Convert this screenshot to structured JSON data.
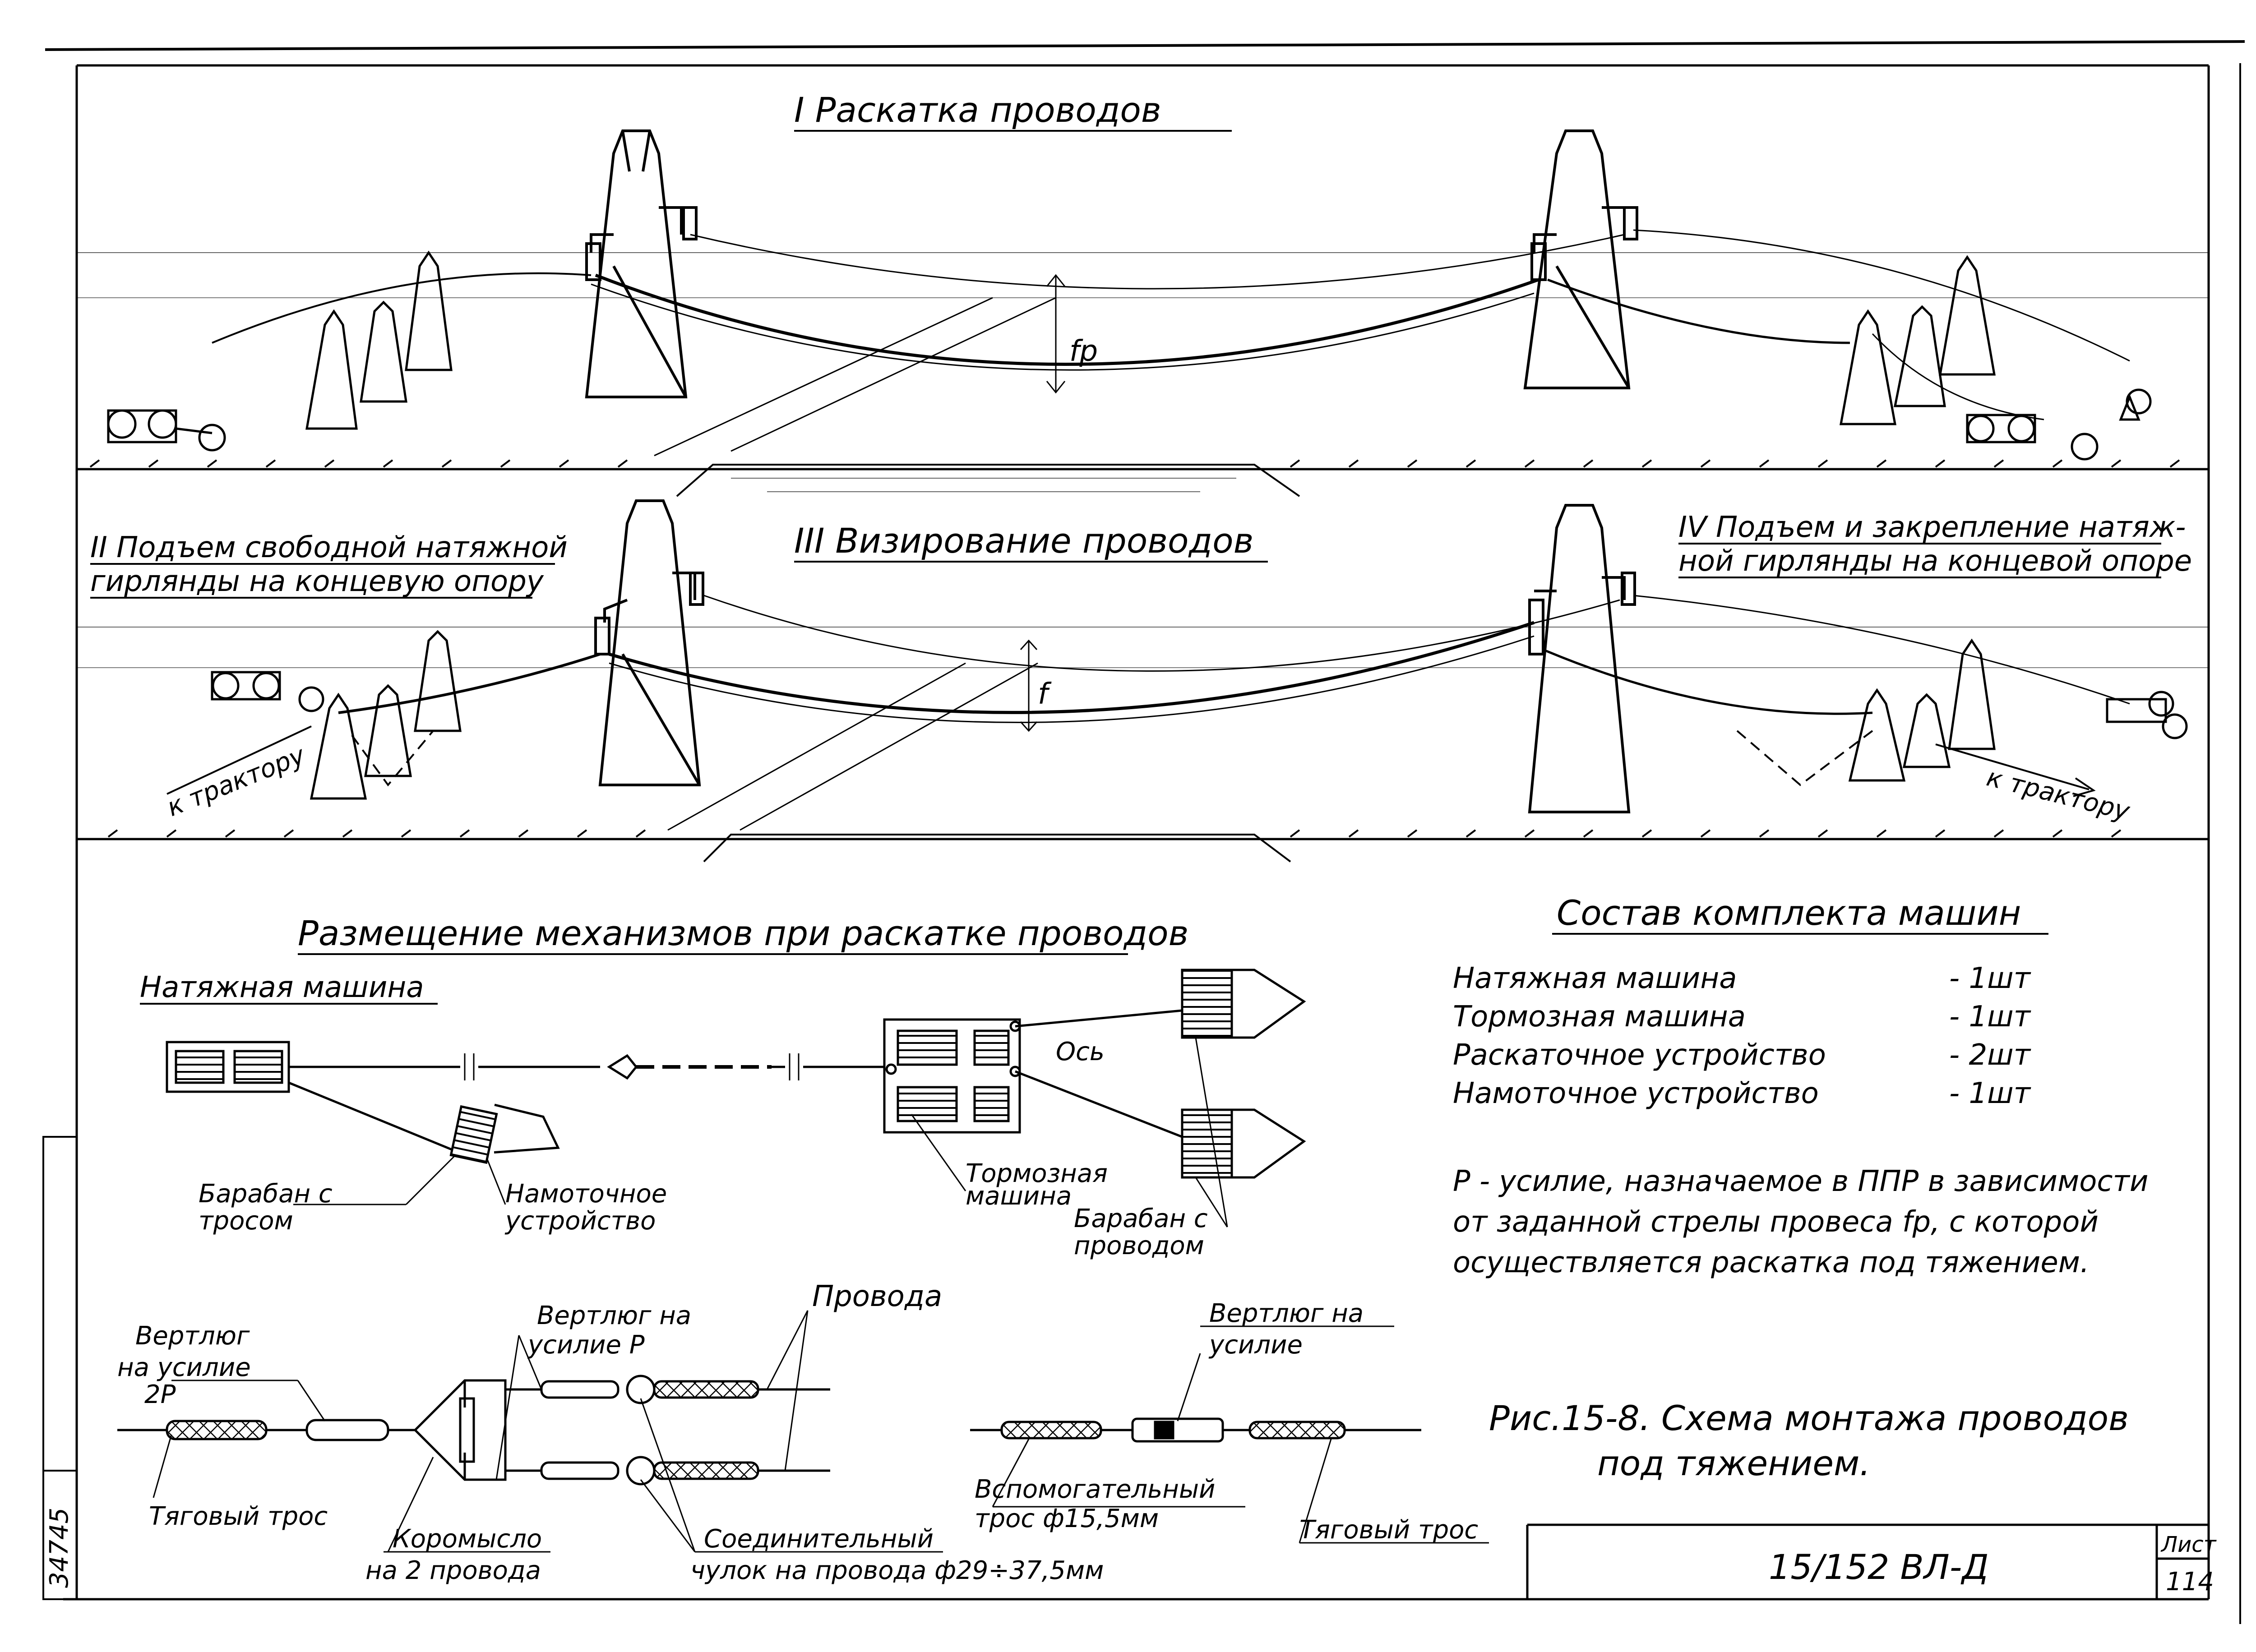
{
  "colors": {
    "ink": "#000000",
    "paper": "#ffffff"
  },
  "scene1": {
    "title": "I Раскатка проводов",
    "sag_label": "fp"
  },
  "scene2": {
    "title_left_1": "II Подъем свободной натяжной",
    "title_left_2": "гирлянды на концевую опору",
    "title_mid": "III Визирование проводов",
    "title_right_1": "IV Подъем и закрепление натяж-",
    "title_right_2": "ной гирлянды на концевой опоре",
    "arrow_left": "к трактору",
    "arrow_right": "к трактору",
    "sag_label": "f"
  },
  "layout_section": {
    "title": "Размещение механизмов при раскатке проводов",
    "tension_machine": "Натяжная машина",
    "drum_rope_1": "Барабан с",
    "drum_rope_2": "тросом",
    "winder_1": "Намоточное",
    "winder_2": "устройство",
    "brake_1": "Тормозная",
    "brake_2": "машина",
    "axis": "Ось",
    "drum_wire_1": "Барабан с",
    "drum_wire_2": "проводом"
  },
  "machines": {
    "title": "Состав комплекта машин",
    "items": [
      {
        "name": "Натяжная машина",
        "qty": "- 1шт"
      },
      {
        "name": "Тормозная машина",
        "qty": "- 1шт"
      },
      {
        "name": "Раскаточное устройство",
        "qty": "- 2шт"
      },
      {
        "name": "Намоточное устройство",
        "qty": "- 1шт"
      }
    ]
  },
  "note": {
    "line1": "Р - усилие, назначаемое в ППР в зависимости",
    "line2": "от заданной стрелы провеса fр, с которой",
    "line3": "осуществляется раскатка под тяжением."
  },
  "details": {
    "swivel2p_1": "Вертлюг",
    "swivel2p_2": "на усилие",
    "swivel2p_3": "2Р",
    "pull_rope_left": "Тяговый трос",
    "yoke_1": "Коромысло",
    "yoke_2": "на 2 провода",
    "swivelp_1": "Вертлюг на",
    "swivelp_2": "усилие Р",
    "wires": "Провода",
    "sock_1": "Соединительный",
    "sock_2": "чулок на провода ф29÷37,5мм",
    "swivel_1": "Вертлюг на",
    "swivel_2": "усилие",
    "aux_rope_1": "Вспомогательный",
    "aux_rope_2": "трос ф15,5мм",
    "pull_rope_right": "Тяговый трос"
  },
  "caption": {
    "line1": "Рис.15-8. Схема монтажа проводов",
    "line2": "под тяжением."
  },
  "title_block": {
    "code": "15/152 ВЛ-Д",
    "sheet_label": "Лист",
    "sheet_no": "114"
  },
  "archive_no": "34745"
}
